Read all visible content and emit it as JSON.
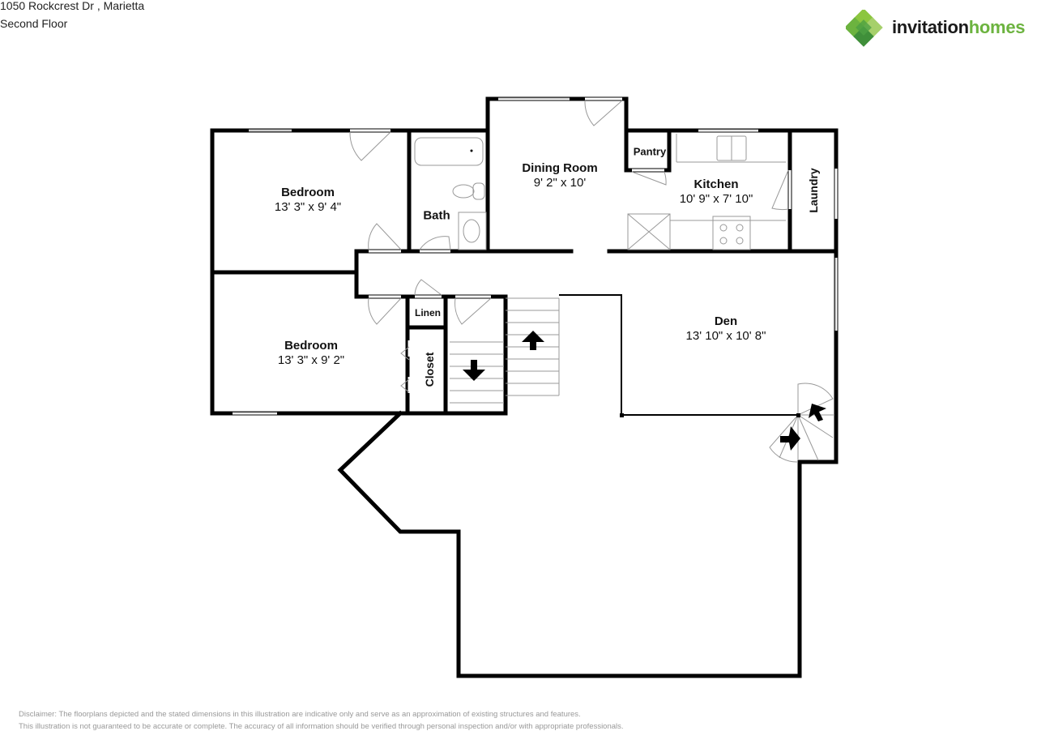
{
  "header": {
    "address": "1050 Rockcrest Dr , Marietta",
    "floor": "Second Floor"
  },
  "logo": {
    "word1": "invitation",
    "word2": "homes",
    "icon": "clover-diamond-icon",
    "colors": {
      "dark": "#1a1a1a",
      "accent": "#6cb33f",
      "accent_dark": "#3f8f3a"
    }
  },
  "rooms": {
    "bedroom1": {
      "name": "Bedroom",
      "dims": "13' 3\" x 9' 4\""
    },
    "bath": {
      "name": "Bath"
    },
    "dining": {
      "name": "Dining Room",
      "dims": "9' 2\" x 10'"
    },
    "pantry": {
      "name": "Pantry"
    },
    "kitchen": {
      "name": "Kitchen",
      "dims": "10' 9\" x 7' 10\""
    },
    "laundry": {
      "name": "Laundry"
    },
    "linen": {
      "name": "Linen"
    },
    "bedroom2": {
      "name": "Bedroom",
      "dims": "13' 3\" x 9' 2\""
    },
    "closet": {
      "name": "Closet"
    },
    "den": {
      "name": "Den",
      "dims": "13' 10\" x 10' 8\""
    }
  },
  "disclaimer": {
    "line1": "Disclaimer: The floorplans depicted and the stated dimensions in this illustration are indicative only and serve as an approximation of existing structures and features.",
    "line2": "This illustration is not guaranteed to be accurate or complete. The accuracy of all information should be verified through personal inspection and/or with appropriate professionals."
  }
}
